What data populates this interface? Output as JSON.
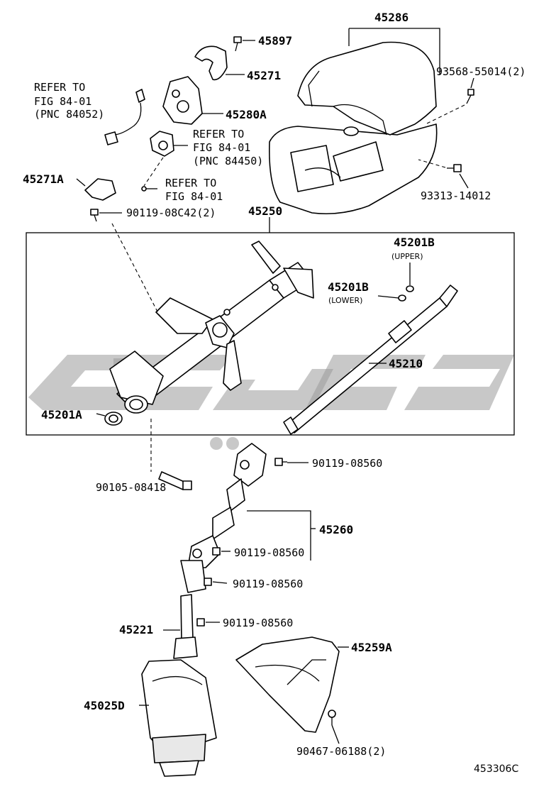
{
  "diagram_id": "453306C",
  "refs": {
    "ref1": [
      "REFER TO",
      "FIG 84-01",
      "(PNC 84052)"
    ],
    "ref2": [
      "REFER TO",
      "FIG 84-01",
      "(PNC 84450)"
    ],
    "ref3": [
      "REFER TO",
      "FIG 84-01"
    ]
  },
  "parts": {
    "p45286": "45286",
    "p45897": "45897",
    "p45271": "45271",
    "p45280A": "45280A",
    "p93568": "93568-55014(2)",
    "p93313": "93313-14012",
    "p45271A": "45271A",
    "p90119_08C42": "90119-08C42(2)",
    "p45250": "45250",
    "p45201B_upper": "45201B",
    "upper": "(UPPER)",
    "p45201B_lower": "45201B",
    "lower": "(LOWER)",
    "p45210": "45210",
    "p45201A": "45201A",
    "p90119_08560_a": "90119-08560",
    "p90105": "90105-08418",
    "p45260": "45260",
    "p90119_08560_b": "90119-08560",
    "p90119_08560_c": "90119-08560",
    "p45221": "45221",
    "p90119_08560_d": "90119-08560",
    "p45259A": "45259A",
    "p45025D": "45025D",
    "p90467": "90467-06188(2)"
  }
}
